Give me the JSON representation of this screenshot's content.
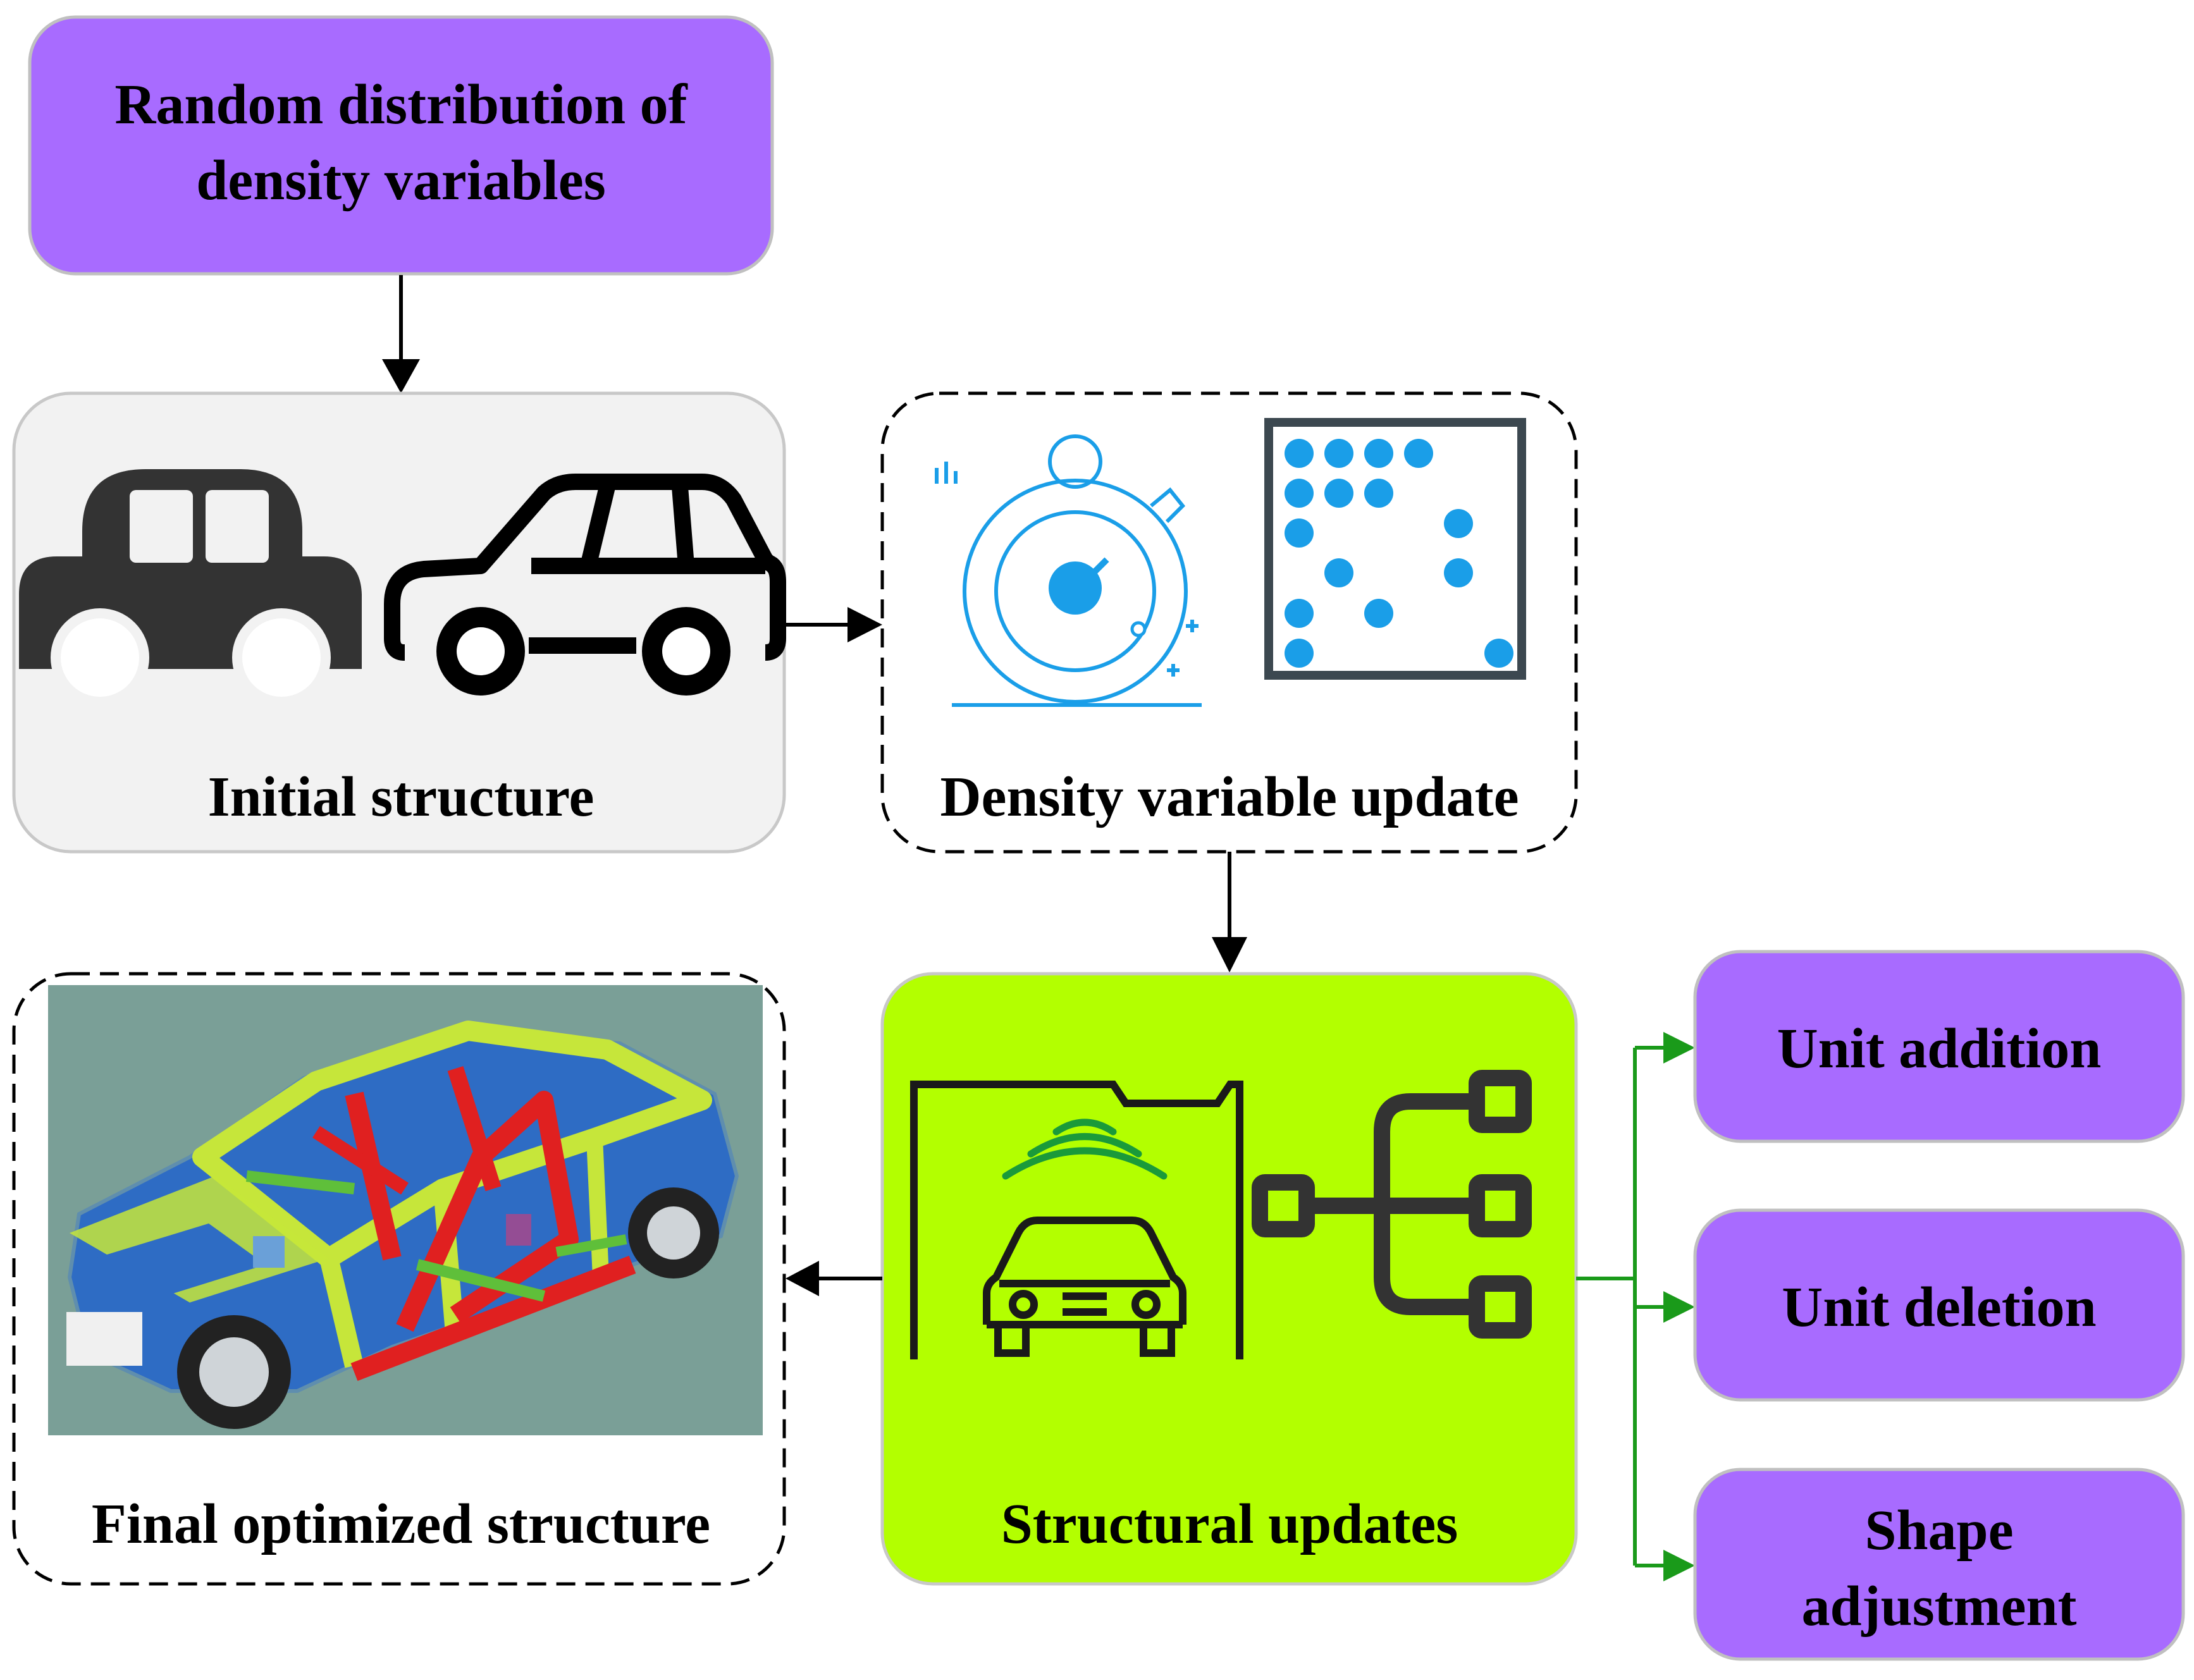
{
  "nodes": {
    "random_distribution": {
      "lines": [
        "Random distribution of",
        "density variables"
      ]
    },
    "initial_structure": {
      "label": "Initial structure"
    },
    "density_update": {
      "label": "Density variable update"
    },
    "structural_updates": {
      "label": "Structural updates"
    },
    "final_structure": {
      "label": "Final optimized structure"
    },
    "unit_addition": {
      "label": "Unit addition"
    },
    "unit_deletion": {
      "label": "Unit deletion"
    },
    "shape_adjustment": {
      "lines": [
        "Shape",
        "adjustment"
      ]
    }
  },
  "colors": {
    "purple": "#a86bff",
    "lime": "#b3ff00",
    "light_gray": "#f2f2f2",
    "icon_blue": "#1a9ee8",
    "green_arrow": "#1a9a1a"
  }
}
